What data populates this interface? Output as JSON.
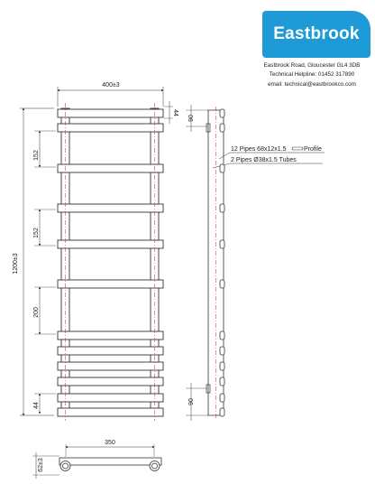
{
  "header": {
    "brand": "Eastbrook",
    "address": "Eastbrook Road, Gloucester GL4 3DB",
    "helpline": "Technical Helpline: 01452 317890",
    "email": "email: technical@eastbrookco.com"
  },
  "dimensions": {
    "width": "400±3",
    "height": "1200±3",
    "top_gap": "44",
    "bottom_gap": "44",
    "spacing_1": "152",
    "spacing_2": "152",
    "spacing_3": "200",
    "side_top": "90",
    "side_bottom": "90",
    "centres": "350",
    "depth": "62±3"
  },
  "labels": {
    "profile": "12 Pipes 68x12x1.5",
    "profile_word": "Profile",
    "tubes": "2 Pipes Ø38x1.5 Tubes"
  },
  "colors": {
    "brand_blue": "#1e9ad6",
    "centre_line": "#d42020",
    "drawing_line": "#333333"
  }
}
